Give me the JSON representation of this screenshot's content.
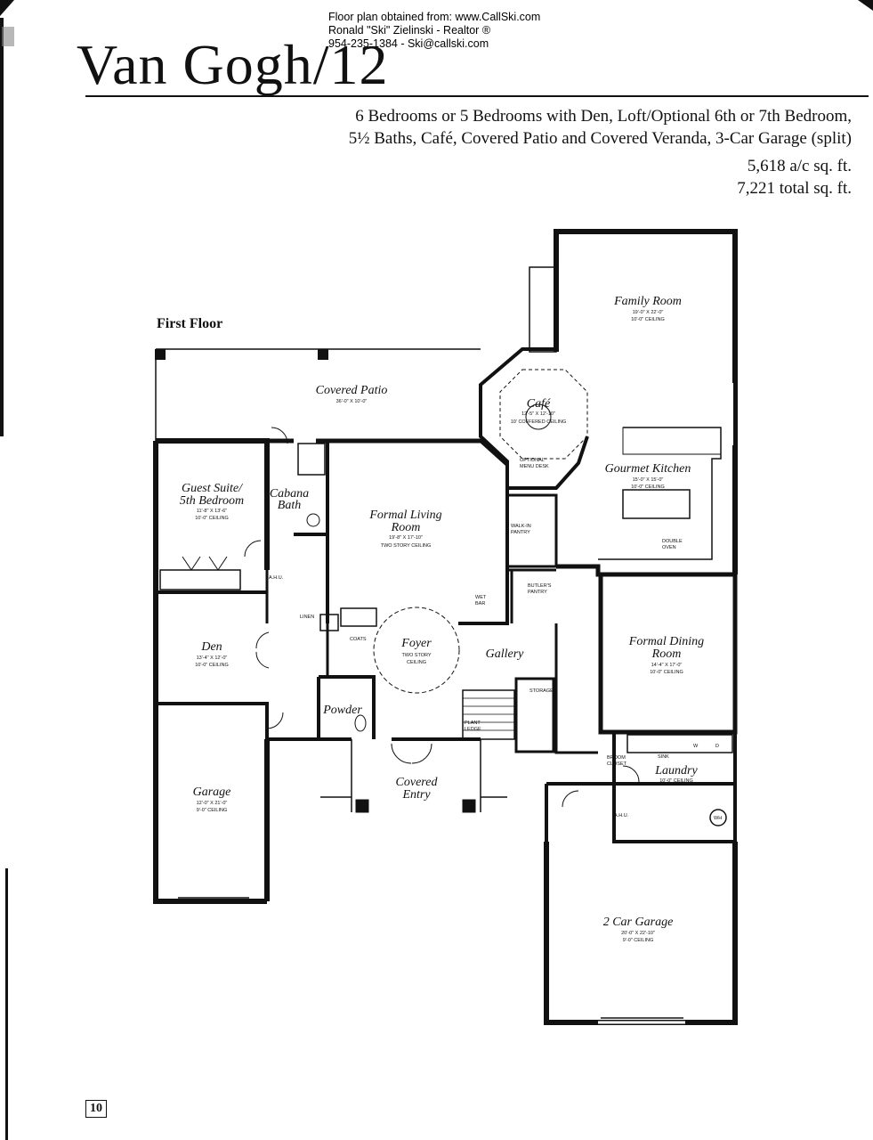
{
  "header": {
    "credit_line1": "Floor plan obtained from: www.CallSki.com",
    "credit_line2": "Ronald \"Ski\" Zielinski - Realtor ®",
    "credit_line3": "954-235-1384 - Ski@callski.com",
    "title": "Van Gogh/12",
    "description_line1": "6 Bedrooms or 5 Bedrooms with Den, Loft/Optional 6th or 7th Bedroom,",
    "description_line2": "5½ Baths, Café, Covered Patio and Covered Veranda, 3-Car Garage (split)",
    "ac_sqft": "5,618 a/c sq. ft.",
    "total_sqft": "7,221 total sq. ft."
  },
  "plan": {
    "floor_label": "First Floor",
    "rooms": {
      "family_room": {
        "name": "Family Room",
        "dims": "19'-0\" X 22'-0\"",
        "ceiling": "10'-0\" CEILING"
      },
      "cafe": {
        "name": "Café",
        "dims": "12'-5\" X 12'-10\"",
        "ceiling": "10' COFFERED CEILING"
      },
      "covered_patio": {
        "name": "Covered Patio",
        "dims": "36'-0\" X 10'-0\""
      },
      "gourmet_kitchen": {
        "name": "Gourmet Kitchen",
        "dims": "15'-0\" X 15'-0\"",
        "ceiling": "10'-0\" CEILING"
      },
      "guest_suite": {
        "name1": "Guest Suite/",
        "name2": "5th Bedroom",
        "dims": "11'-8\" X 13'-6\"",
        "ceiling": "10'-0\" CEILING"
      },
      "cabana_bath": {
        "name1": "Cabana",
        "name2": "Bath"
      },
      "formal_living": {
        "name1": "Formal Living",
        "name2": "Room",
        "dims": "19'-8\" X 17'-10\"",
        "ceiling": "TWO STORY CEILING"
      },
      "den": {
        "name": "Den",
        "dims": "13'-4\" X 12'-0\"",
        "ceiling": "10'-0\" CEILING"
      },
      "foyer": {
        "name": "Foyer",
        "ceiling1": "TWO STORY",
        "ceiling2": "CEILING"
      },
      "gallery": {
        "name": "Gallery"
      },
      "formal_dining": {
        "name1": "Formal Dining",
        "name2": "Room",
        "dims": "14'-4\" X 17'-0\"",
        "ceiling": "10'-0\" CEILING"
      },
      "powder": {
        "name": "Powder"
      },
      "laundry": {
        "name": "Laundry",
        "ceiling": "10'-0\" CEILING"
      },
      "garage": {
        "name": "Garage",
        "dims": "12'-0\" X 21'-0\"",
        "ceiling": "9'-0\" CEILING"
      },
      "covered_entry": {
        "name1": "Covered",
        "name2": "Entry"
      },
      "two_car_garage": {
        "name": "2 Car Garage",
        "dims": "20'-0\" X 22'-10\"",
        "ceiling": "9'-0\" CEILING"
      }
    },
    "small_labels": {
      "optional_menu_desk1": "OPTIONAL",
      "optional_menu_desk2": "MENU DESK",
      "walk_in1": "WALK-IN",
      "walk_in2": "PANTRY",
      "double_oven1": "DOUBLE",
      "double_oven2": "OVEN",
      "butlers1": "BUTLER'S",
      "butlers2": "PANTRY",
      "wet_bar1": "WET",
      "wet_bar2": "BAR",
      "ahu": "A.H.U.",
      "ahu2": "A.H.U.",
      "linen": "LINEN",
      "coats": "COATS",
      "storage": "STORAGE",
      "plant1": "PLANT",
      "plant2": "LEDGE",
      "broom1": "BROOM",
      "broom2": "CLOSET",
      "sink": "SINK",
      "wh": "WH",
      "w": "W",
      "d": "D"
    }
  },
  "footer": {
    "page_number": "10"
  }
}
